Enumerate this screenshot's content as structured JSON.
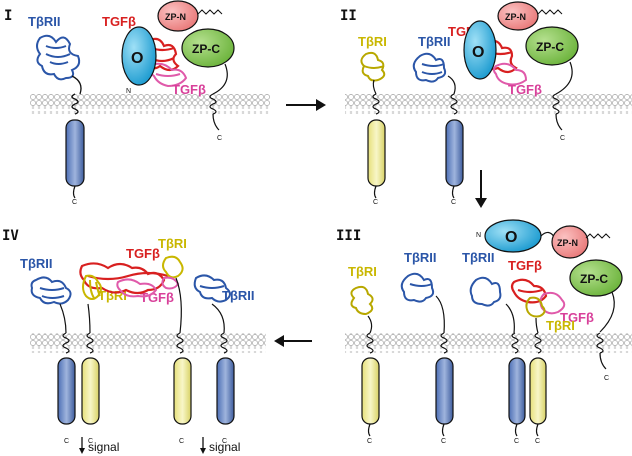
{
  "panels": {
    "p1": "I",
    "p2": "II",
    "p3": "III",
    "p4": "IV"
  },
  "labels": {
    "tbrii": "TβRII",
    "tbri": "TβRI",
    "tgfb": "TGFβ",
    "o": "O",
    "zpn": "ZP-N",
    "zpc": "ZP-C",
    "n": "N",
    "c": "C",
    "signal": "signal"
  },
  "colors": {
    "tbrii": "#2b56a8",
    "tbri": "#e6e07a",
    "tgfb_red": "#d82020",
    "tgfb_pink": "#d8409a",
    "o_domain": "#2aa9d9",
    "zpn": "#f08a8a",
    "zpc": "#7cc34a"
  }
}
